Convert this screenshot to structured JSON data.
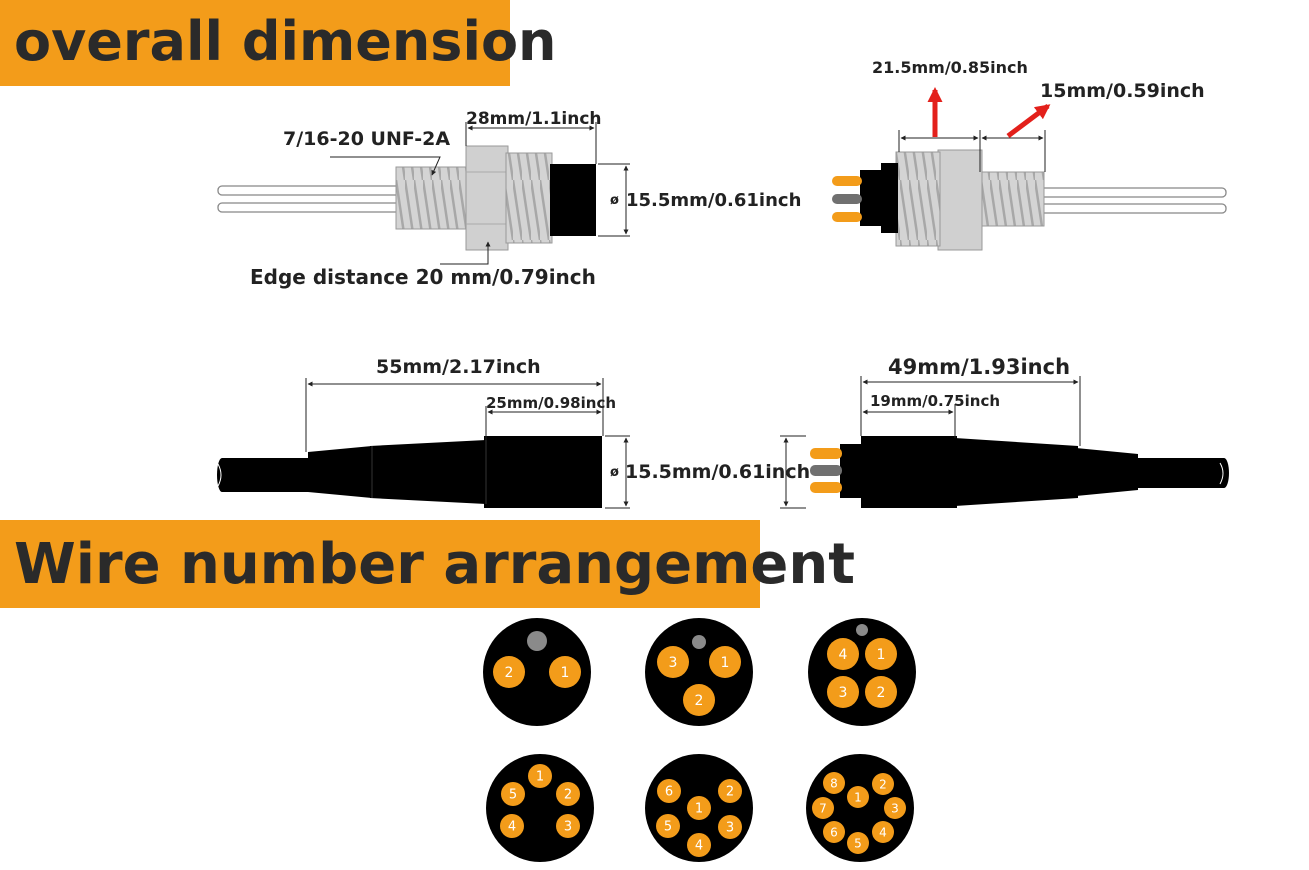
{
  "banners": {
    "overall": "overall dimension",
    "wire": "Wire number arrangement"
  },
  "dimensions": {
    "thread": "7/16-20 UNF-2A",
    "top_left_length": "28mm/1.1inch",
    "top_left_dia": "15.5mm/0.61inch",
    "dia_symbol": "ø",
    "edge": "Edge distance 20 mm/0.79inch",
    "top_right_a": "21.5mm/0.85inch",
    "top_right_b": "15mm/0.59inch",
    "bottom_left_total": "55mm/2.17inch",
    "bottom_left_head": "25mm/0.98inch",
    "bottom_left_dia": "15.5mm/0.61inch",
    "bottom_right_total": "49mm/1.93inch",
    "bottom_right_head": "19mm/0.75inch"
  },
  "colors": {
    "banner": "#f39c1a",
    "pin": "#f39c1a",
    "arrow": "#e3201b",
    "body": "#000000",
    "thread": "#c9c9c9"
  },
  "pinouts": [
    {
      "pins": [
        "1",
        "2"
      ]
    },
    {
      "pins": [
        "1",
        "2",
        "3"
      ]
    },
    {
      "pins": [
        "1",
        "2",
        "3",
        "4"
      ]
    },
    {
      "pins": [
        "1",
        "2",
        "3",
        "4",
        "5"
      ]
    },
    {
      "pins": [
        "1",
        "2",
        "3",
        "4",
        "5",
        "6"
      ]
    },
    {
      "pins": [
        "1",
        "2",
        "3",
        "4",
        "5",
        "6",
        "7",
        "8"
      ]
    }
  ]
}
